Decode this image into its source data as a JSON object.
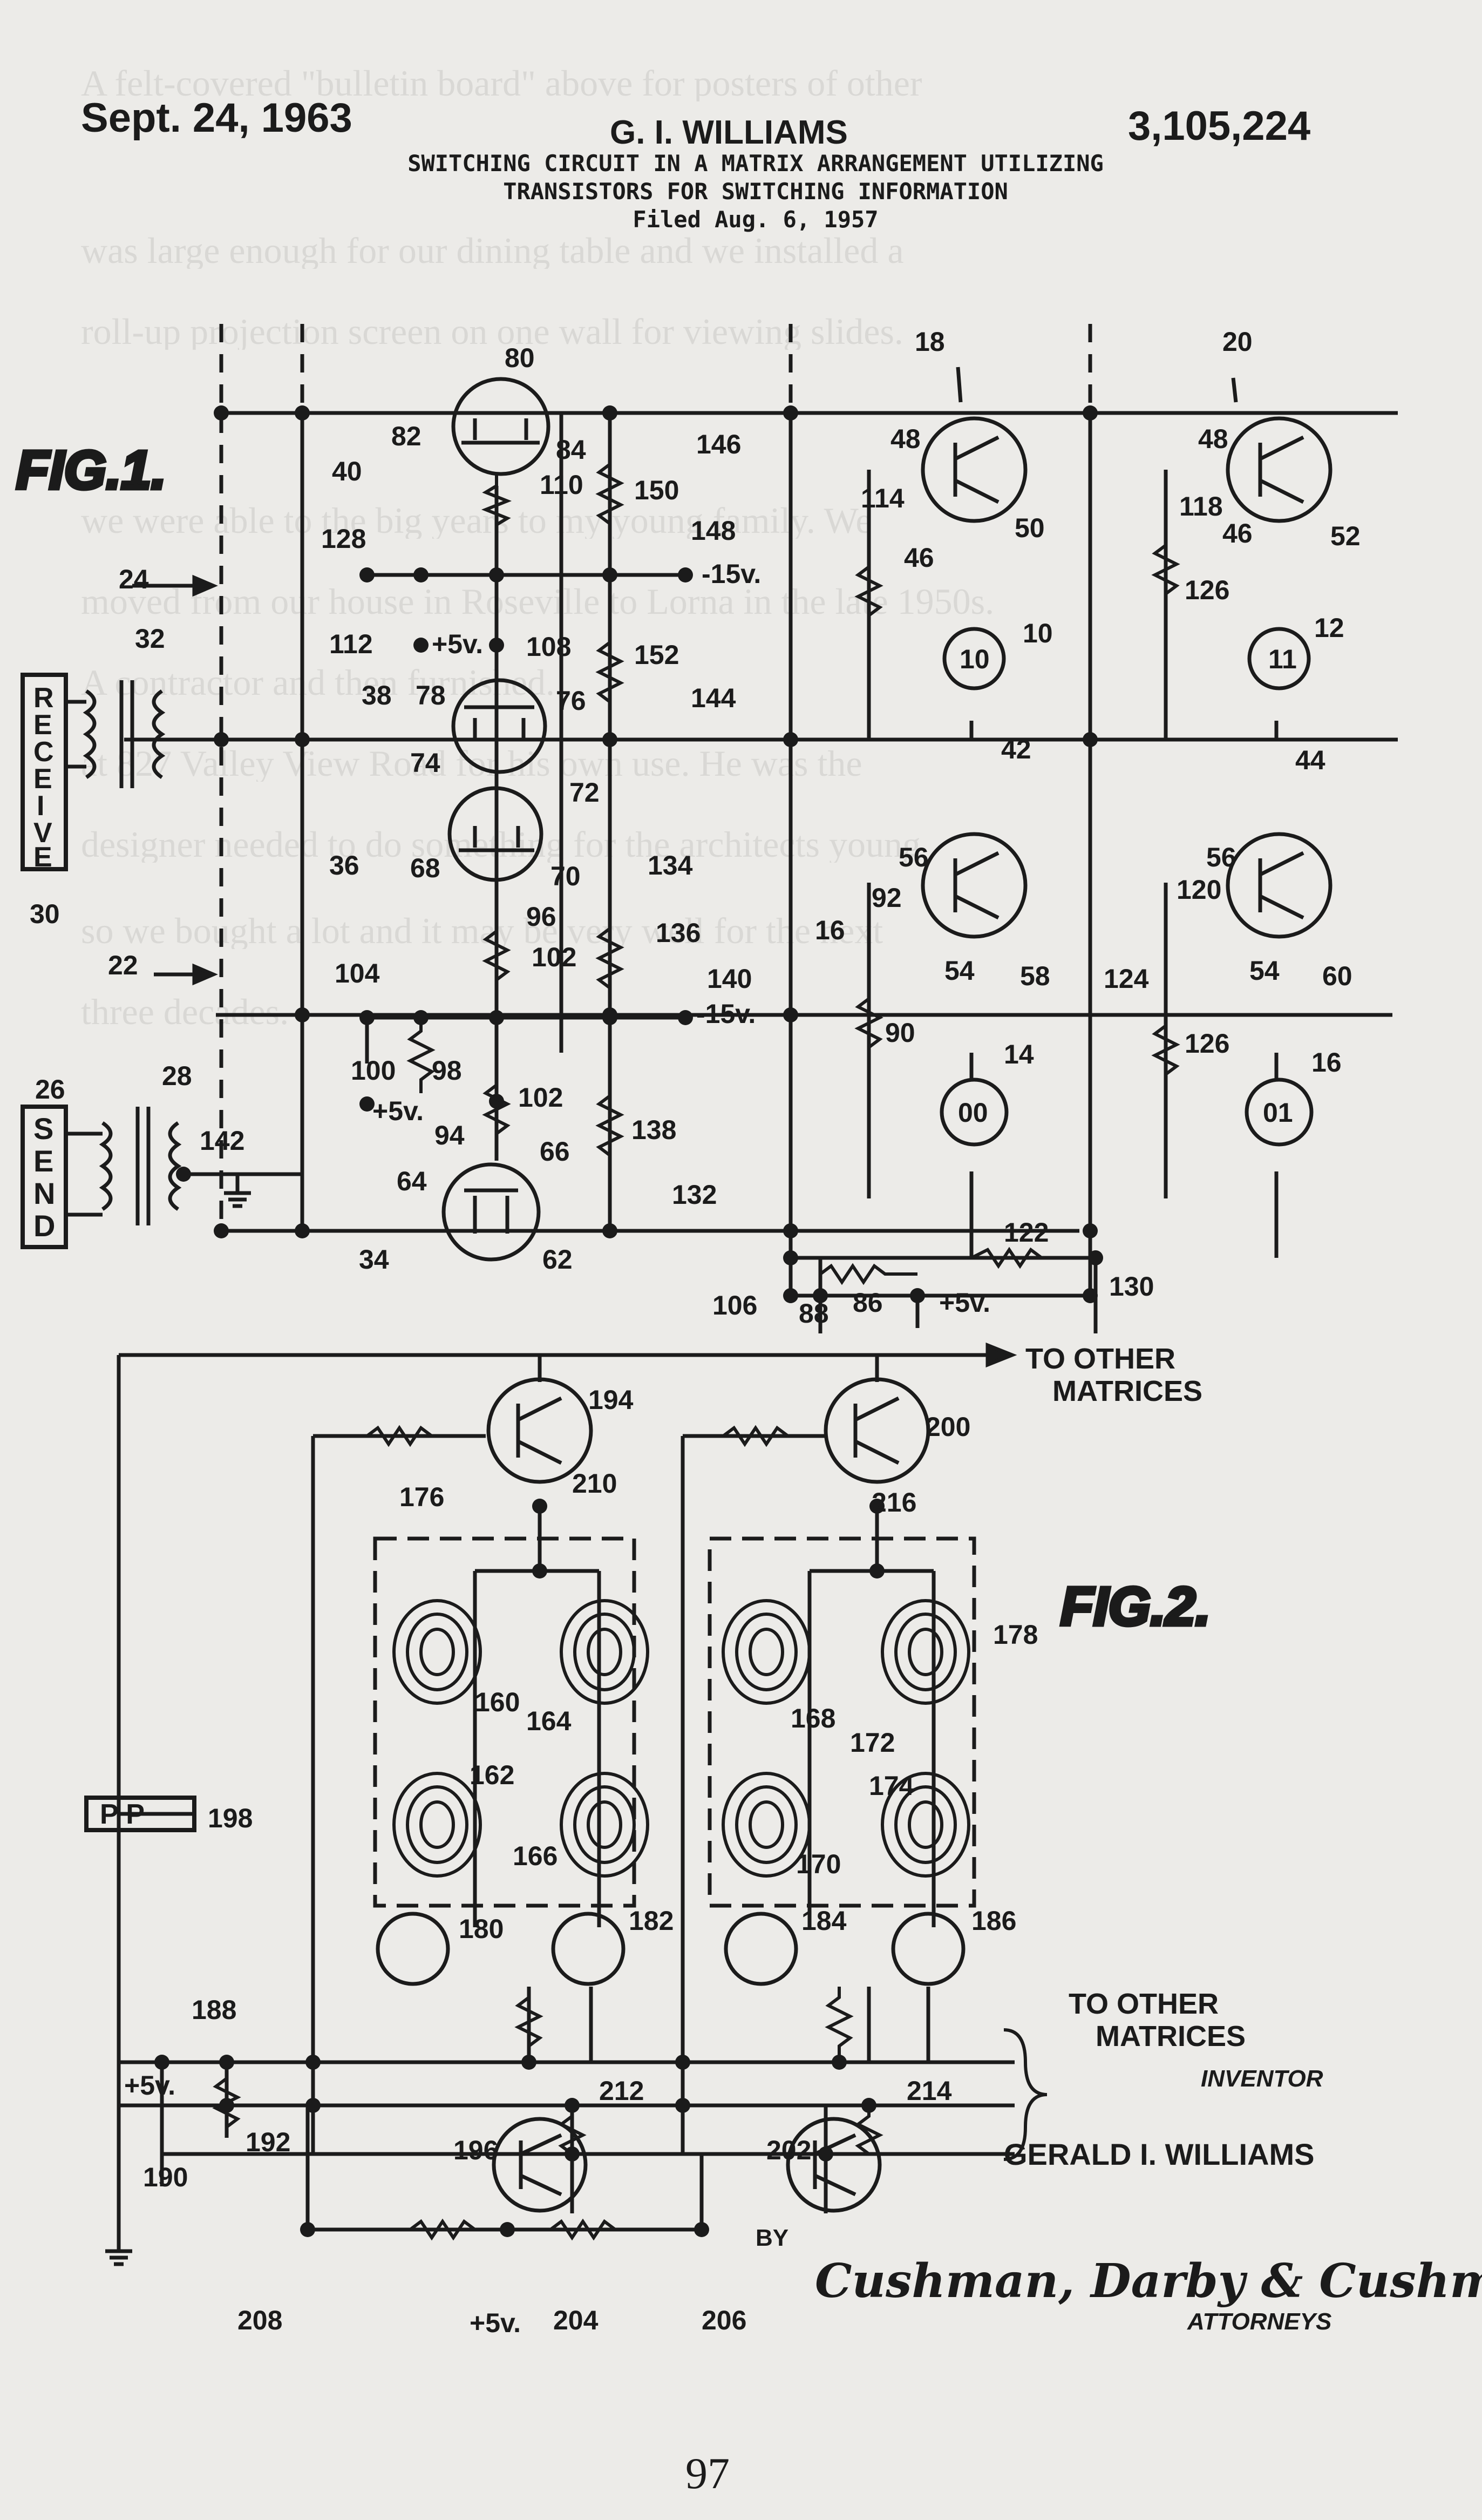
{
  "header": {
    "date": "Sept. 24, 1963",
    "inventor_header": "G. I. WILLIAMS",
    "patent_number": "3,105,224",
    "title_line1": "SWITCHING CIRCUIT IN A MATRIX ARRANGEMENT UTILIZING",
    "title_line2": "TRANSISTORS FOR SWITCHING INFORMATION",
    "filed": "Filed Aug. 6, 1957"
  },
  "figures": {
    "fig1": "FIG.1.",
    "fig2": "FIG.2."
  },
  "boxes": {
    "receive": [
      "R",
      "E",
      "C",
      "E",
      "I",
      "V",
      "E"
    ],
    "send": [
      "S",
      "E",
      "N",
      "D"
    ],
    "pp": "P P"
  },
  "annotations": {
    "to_other_matrices_top": [
      "TO OTHER",
      "MATRICES"
    ],
    "to_other_matrices_bottom": [
      "TO OTHER",
      "MATRICES"
    ],
    "inventor_label": "INVENTOR",
    "inventor_name": "GERALD I. WILLIAMS",
    "by": "BY",
    "signature": "Cushman, Darby & Cushman",
    "attorneys": "ATTORNEYS"
  },
  "fig1_refs": {
    "r80": "80",
    "r82": "82",
    "r84": "84",
    "r110": "110",
    "r146": "146",
    "r150": "150",
    "r148": "148",
    "r15v_a": "-15v.",
    "r128": "128",
    "r112": "112",
    "r5v_a": "+5v.",
    "r108": "108",
    "r78": "78",
    "r76": "76",
    "r74": "74",
    "r152": "152",
    "r144": "144",
    "r40": "40",
    "r38": "38",
    "r24": "24",
    "r32": "32",
    "r30": "30",
    "r36": "36",
    "r68": "68",
    "r72": "72",
    "r70": "70",
    "r96": "96",
    "r134": "134",
    "r102a": "102",
    "r136": "136",
    "r104": "104",
    "r140": "140",
    "r15v_b": "-15v.",
    "r22": "22",
    "r100": "100",
    "r98": "98",
    "r5v_b": "+5v.",
    "r102b": "102",
    "r138": "138",
    "r26": "26",
    "r28": "28",
    "r142": "142",
    "r94": "94",
    "r66": "66",
    "r64": "64",
    "r62": "62",
    "r34": "34",
    "r132": "132",
    "r18": "18",
    "r20": "20",
    "r48a": "48",
    "r114": "114",
    "r50": "50",
    "r46a": "46",
    "r10a": "10",
    "r10b": "10",
    "r42": "42",
    "r48b": "48",
    "r118": "118",
    "r46b": "46",
    "r52": "52",
    "r126a": "126",
    "r11": "11",
    "r12": "12",
    "r44": "44",
    "r56a": "56",
    "r92": "92",
    "r54a": "54",
    "r58": "58",
    "r16a": "16",
    "r90": "90",
    "r14": "14",
    "r00": "00",
    "r56b": "56",
    "r120": "120",
    "r54b": "54",
    "r60": "60",
    "r124": "124",
    "r126b": "126",
    "r16b": "16",
    "r01": "01",
    "r122": "122",
    "r106": "106",
    "r88": "88",
    "r86": "86",
    "r5v_c": "+5v.",
    "r130": "130"
  },
  "fig2_refs": {
    "r194": "194",
    "r200": "200",
    "r210": "210",
    "r176": "176",
    "r216": "216",
    "r178": "178",
    "r160": "160",
    "r164": "164",
    "r168": "168",
    "r172": "172",
    "r162": "162",
    "r174": "174",
    "r166": "166",
    "r170": "170",
    "r198": "198",
    "r180": "180",
    "r182": "182",
    "r184": "184",
    "r186": "186",
    "r188": "188",
    "r5v_d": "+5v.",
    "r192": "192",
    "r190": "190",
    "r212": "212",
    "r214": "214",
    "r196": "196",
    "r202": "202",
    "r208": "208",
    "r5v_e": "+5v.",
    "r204": "204",
    "r206": "206"
  },
  "page_number": "97",
  "bleed_through": [
    "A felt-covered \"bulletin board\" above for posters of other",
    "was large enough for our dining table and we installed a",
    "roll-up projection screen on one wall for viewing slides.",
    "we were able to the big years to my young family. We",
    "moved from our house in Roseville to Lorna in the late 1950s.",
    "A contractor and then furnished...",
    "at 827 Valley View Road for his own use. He was the",
    "designer needed to do something for the architects young",
    "so we bought a lot and it may be very well for the next",
    "three decades."
  ]
}
